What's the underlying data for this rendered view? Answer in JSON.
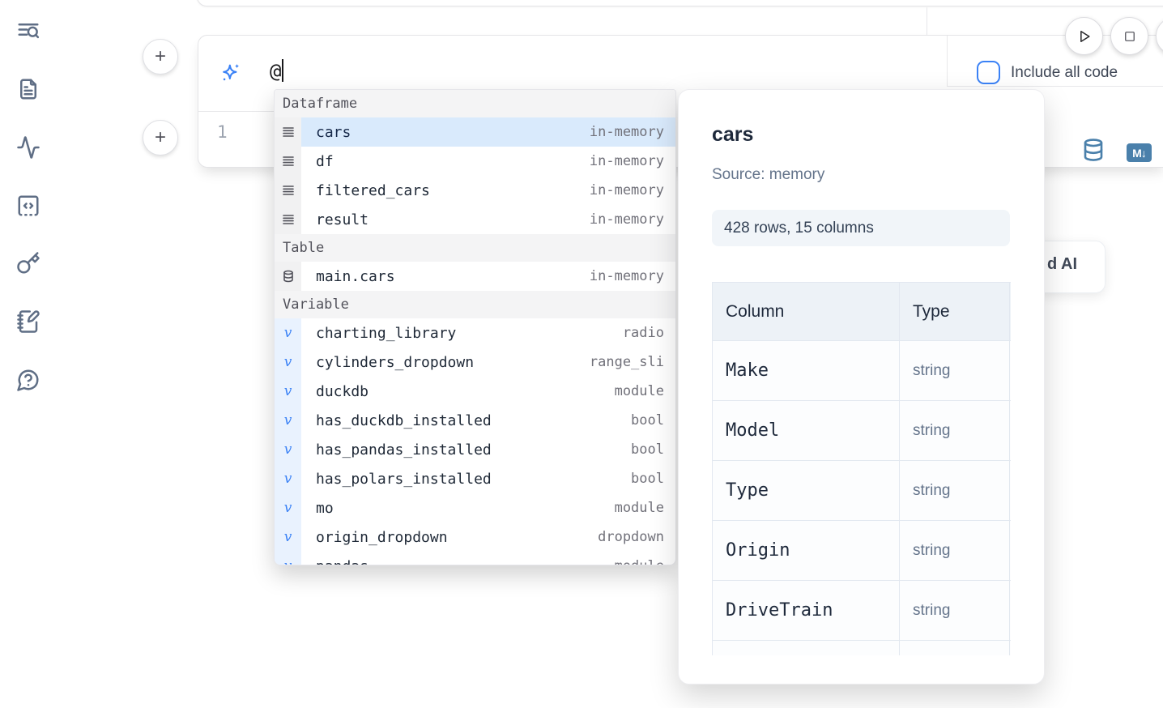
{
  "sidebar": {
    "icons": [
      {
        "name": "text-search-icon"
      },
      {
        "name": "file-document-icon"
      },
      {
        "name": "activity-icon"
      },
      {
        "name": "code-square-icon"
      },
      {
        "name": "key-icon"
      },
      {
        "name": "notebook-pen-icon"
      },
      {
        "name": "help-chat-icon"
      }
    ]
  },
  "toolbar": {
    "run_icon": "play-icon",
    "stop_icon": "stop-icon"
  },
  "prompt": {
    "value": "@",
    "ai_icon": "sparkles-icon",
    "include_all_code_label": "Include all code",
    "include_all_code_checked": false
  },
  "editor": {
    "line_number": "1",
    "actions": [
      {
        "name": "database-icon"
      },
      {
        "name": "markdown-icon",
        "label": "M↓"
      }
    ]
  },
  "autocomplete": {
    "sections": [
      {
        "label": "Dataframe",
        "items": [
          {
            "icon": "rows-icon",
            "name": "cars",
            "type": "in-memory",
            "selected": true
          },
          {
            "icon": "rows-icon",
            "name": "df",
            "type": "in-memory"
          },
          {
            "icon": "rows-icon",
            "name": "filtered_cars",
            "type": "in-memory"
          },
          {
            "icon": "rows-icon",
            "name": "result",
            "type": "in-memory"
          }
        ]
      },
      {
        "label": "Table",
        "items": [
          {
            "icon": "database-icon",
            "name": "main.cars",
            "type": "in-memory"
          }
        ]
      },
      {
        "label": "Variable",
        "items": [
          {
            "icon": "variable-icon",
            "glyph": "v",
            "name": "charting_library",
            "type": "radio"
          },
          {
            "icon": "variable-icon",
            "glyph": "v",
            "name": "cylinders_dropdown",
            "type": "range_sli"
          },
          {
            "icon": "variable-icon",
            "glyph": "v",
            "name": "duckdb",
            "type": "module"
          },
          {
            "icon": "variable-icon",
            "glyph": "v",
            "name": "has_duckdb_installed",
            "type": "bool"
          },
          {
            "icon": "variable-icon",
            "glyph": "v",
            "name": "has_pandas_installed",
            "type": "bool"
          },
          {
            "icon": "variable-icon",
            "glyph": "v",
            "name": "has_polars_installed",
            "type": "bool"
          },
          {
            "icon": "variable-icon",
            "glyph": "v",
            "name": "mo",
            "type": "module"
          },
          {
            "icon": "variable-icon",
            "glyph": "v",
            "name": "origin_dropdown",
            "type": "dropdown"
          },
          {
            "icon": "variable-icon",
            "glyph": "v",
            "name": "pandas",
            "type": "module"
          }
        ]
      }
    ]
  },
  "preview": {
    "title": "cars",
    "source": "Source: memory",
    "shape": "428 rows, 15 columns",
    "table": {
      "headers": [
        "Column",
        "Type"
      ],
      "rows": [
        {
          "column": "Make",
          "type": "string"
        },
        {
          "column": "Model",
          "type": "string"
        },
        {
          "column": "Type",
          "type": "string"
        },
        {
          "column": "Origin",
          "type": "string"
        },
        {
          "column": "DriveTrain",
          "type": "string"
        }
      ]
    }
  },
  "hidden_button": {
    "visible_label": "d AI"
  },
  "colors": {
    "accent": "#3b82f6",
    "steel_blue": "#4a80ab",
    "selected_row": "#d9eafc"
  }
}
